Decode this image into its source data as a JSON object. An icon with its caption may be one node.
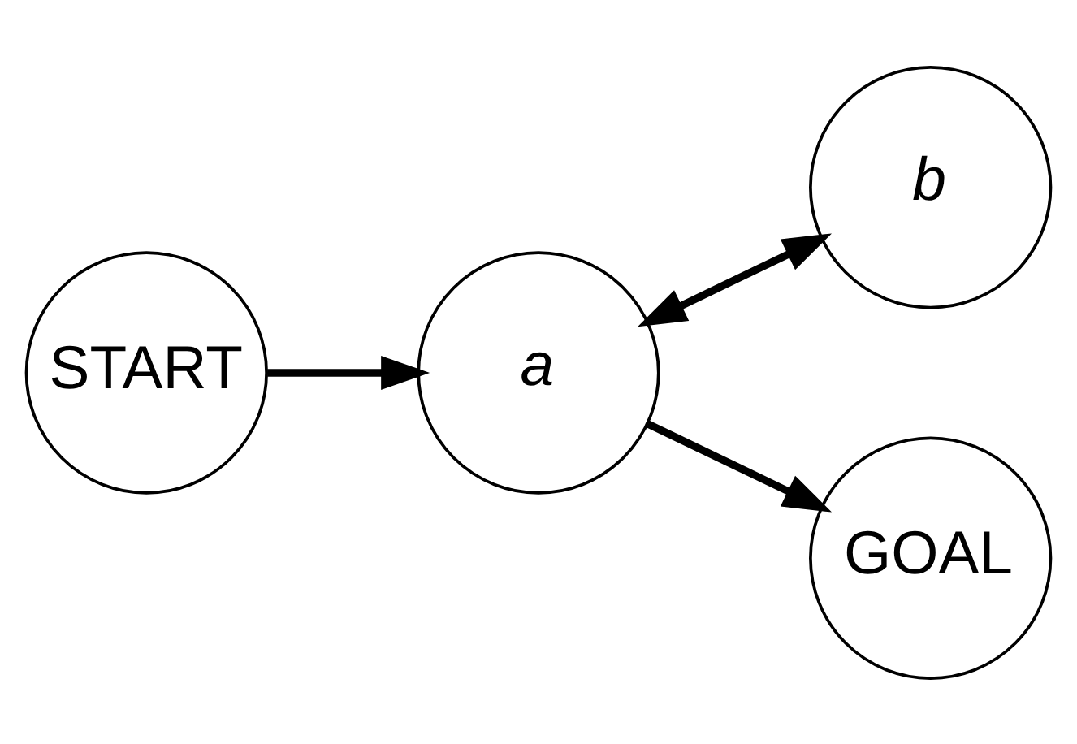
{
  "diagram": {
    "nodes": [
      {
        "text": [
          "START"
        ]
      },
      {
        "text": [
          "a"
        ]
      },
      {
        "text": [
          "b"
        ]
      },
      {
        "text": [
          "GOAL"
        ]
      }
    ],
    "edges": [
      {
        "from": 0,
        "to": 1,
        "arrow": "to"
      },
      {
        "from": 1,
        "to": 2,
        "arrow": "both"
      },
      {
        "from": 1,
        "to": 3,
        "arrow": "to"
      }
    ]
  }
}
